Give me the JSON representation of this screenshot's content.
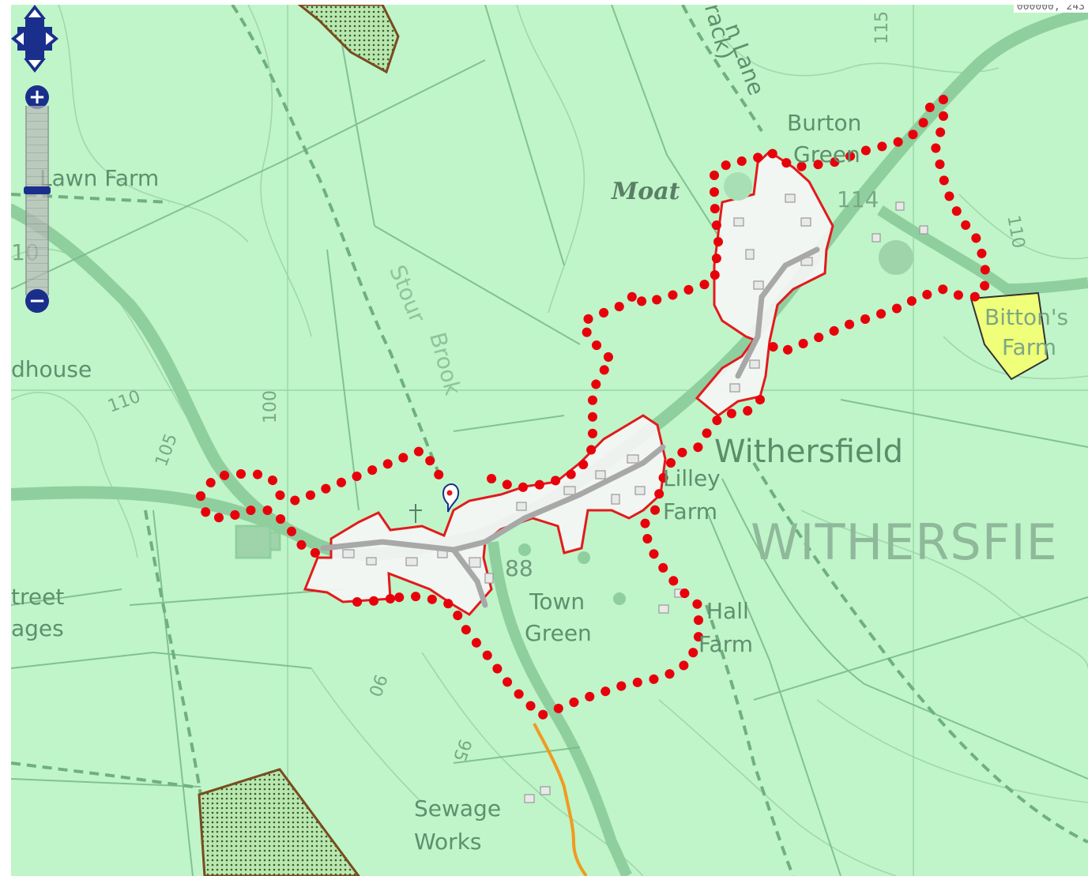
{
  "map": {
    "labels": {
      "lawn_farm": "Lawn Farm",
      "burton_green_1": "Burton",
      "burton_green_2": "Green",
      "moat": "Moat",
      "spot_114": "114",
      "lane": "n Lane",
      "track": "rack)",
      "contour_115": "115",
      "contour_110_right": "110",
      "stour_brook_1": "Stour",
      "stour_brook_2": "Brook",
      "dhouse": "dhouse",
      "contour_110_left": "110",
      "contour_105": "105",
      "contour_100": "100",
      "withersfield": "Withersfield",
      "withersfield_caps": "WITHERSFIE",
      "bittons_1": "Bitton's",
      "bittons_2": "Farm",
      "lilley_1": "Lilley",
      "lilley_2": "Farm",
      "spot_88": "88",
      "town_green_1": "Town",
      "town_green_2": "Green",
      "hall_farm_1": "Hall",
      "hall_farm_2": "Farm",
      "street_1": "treet",
      "street_2": "ages",
      "contour_90": "90",
      "contour_95": "95",
      "sewage_1": "Sewage",
      "sewage_2": "Works",
      "ten": "10"
    },
    "coordinate_readout": "000000, 243",
    "colors": {
      "land": "#bff5c9",
      "boundary_dotted": "#e8000b",
      "settlement_fill": "#f5f5f5",
      "settlement_outline": "#e31a1c",
      "highlight_farm": "#f0ff7a",
      "woodland": "#8b5a2b",
      "stream": "#f29a1f",
      "controls": "#1a2f8c"
    },
    "icons": {
      "pan": "pan-arrows-icon",
      "zoom_in": "zoom-in-icon",
      "zoom_out": "zoom-out-icon",
      "marker": "location-pin-icon",
      "church": "church-cross-icon"
    },
    "controls": {
      "zoom_in_label": "+",
      "zoom_out_label": "−"
    }
  }
}
